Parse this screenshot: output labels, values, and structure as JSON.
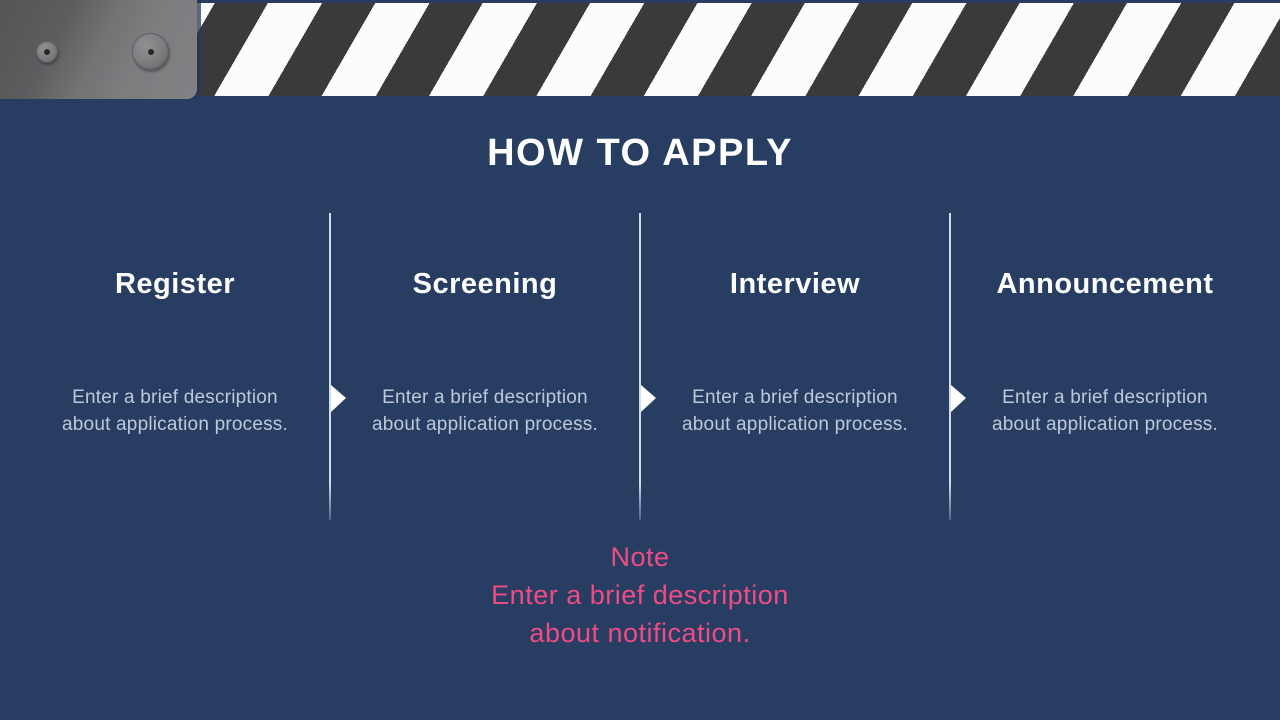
{
  "slide": {
    "title": "HOW TO APPLY",
    "colors": {
      "bg": "#273d62",
      "note": "#ed4c84",
      "stripe_dark": "#3a3a3c",
      "stripe_light": "#fcfcfc",
      "text_light": "#bdc9d9",
      "divider": "#d3dce7"
    },
    "steps": [
      {
        "label": "Register",
        "desc_lines": [
          "Enter a brief description",
          "about application process."
        ]
      },
      {
        "label": "Screening",
        "desc_lines": [
          "Enter a brief description",
          "about application process."
        ]
      },
      {
        "label": "Interview",
        "desc_lines": [
          "Enter a brief description",
          "about application process."
        ]
      },
      {
        "label": "Announcement",
        "desc_lines": [
          "Enter a brief description",
          "about application process."
        ]
      }
    ],
    "note_lines": [
      "Note",
      "Enter a brief description",
      "about notification."
    ]
  }
}
